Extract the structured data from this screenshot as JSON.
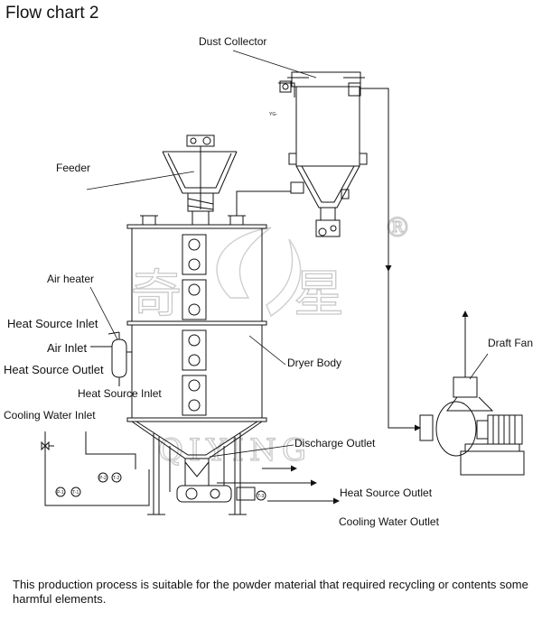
{
  "title": "Flow chart 2",
  "labels": {
    "dust_collector": "Dust Collector",
    "feeder": "Feeder",
    "air_heater": "Air heater",
    "heat_source_inlet": "Heat Source Inlet",
    "air_inlet": "Air Inlet",
    "heat_source_outlet": "Heat Source Outlet",
    "heat_source_inlet_lower": "Heat Source Inlet",
    "cooling_water_inlet": "Cooling Water Inlet",
    "dryer_body": "Dryer Body",
    "discharge_outlet": "Discharge Outlet",
    "heat_source_outlet_lower": "Heat Source Outlet",
    "cooling_water_outlet": "Cooling Water Outlet",
    "draft_fan": "Draft Fan"
  },
  "instrument_tags": {
    "p1": "P-1",
    "t1": "T-1",
    "p2": "P-2",
    "t2": "T-2",
    "t3": "T-3",
    "yg": "YG-"
  },
  "watermark": {
    "chars": [
      "奇",
      "星"
    ],
    "brand": "QIYING",
    "registered": "®"
  },
  "caption": "This production process is suitable for the powder material that required recycling or contents some harmful elements."
}
